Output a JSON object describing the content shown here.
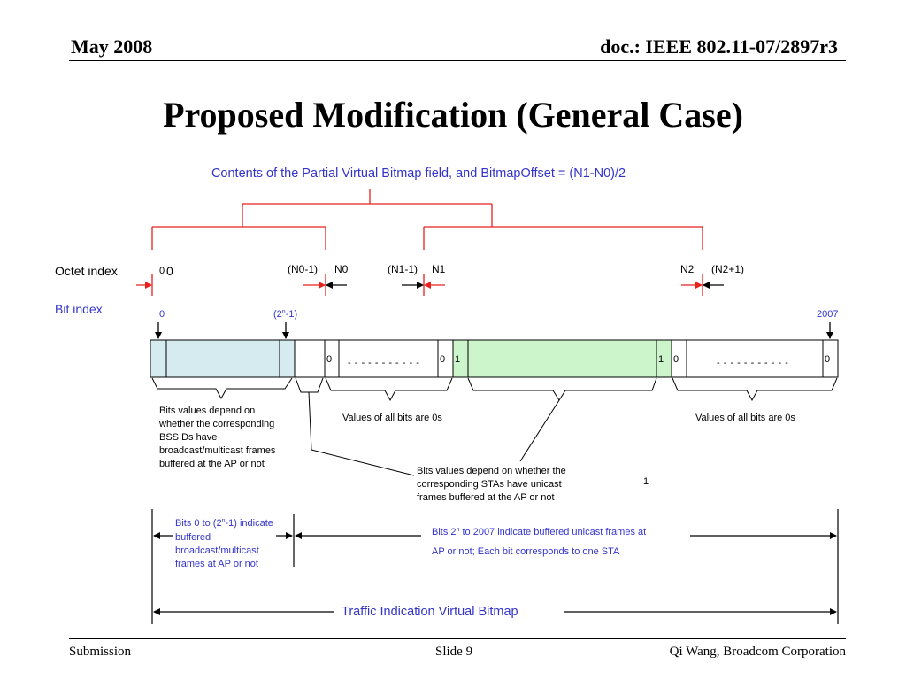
{
  "header": {
    "date": "May 2008",
    "doc": "doc.: IEEE 802.11-07/2897r3"
  },
  "title": "Proposed Modification (General Case)",
  "caption": "Contents of the Partial Virtual Bitmap field, and BitmapOffset = (N1-N0)/2",
  "octet_index": {
    "label": "Octet index",
    "zero_small": "0",
    "zero": "0",
    "n0_minus": "(N0-1)",
    "n0": "N0",
    "n1_minus": "(N1-1)",
    "n1": "N1",
    "n2": "N2",
    "n2_plus": "(N2+1)"
  },
  "bit_index": {
    "label": "Bit index",
    "start": "0",
    "mid_pre": "(2",
    "mid_sup": "n",
    "mid_post": "-1)",
    "end": "2007"
  },
  "cells": {
    "z1": "0",
    "dash1": "- - - - - - - - - - -",
    "z2": "0",
    "o1": "1",
    "o2": "1",
    "z3": "0",
    "dash2": "- - - - - - - - - - -",
    "z4": "0"
  },
  "notes": {
    "bcast": [
      "Bits values depend on",
      "whether the corresponding",
      "BSSIDs have",
      "broadcast/multicast frames",
      "buffered at the AP or not"
    ],
    "zeros_left": "Values of all bits are 0s",
    "zeros_right": "Values of all bits are 0s",
    "unicast": [
      "Bits values depend on whether the",
      "corresponding STAs have unicast",
      "frames buffered at the AP or not"
    ],
    "stray_one": "1"
  },
  "ranges": {
    "bcast": {
      "l1_pre": "Bits 0 to (2",
      "l1_sup": "n",
      "l1_post": "-1) indicate",
      "l2": "buffered",
      "l3": "broadcast/multicast",
      "l4": "frames at AP or not"
    },
    "ucast": {
      "l1_pre": "Bits 2",
      "l1_sup": "n",
      "l1_post": " to 2007 indicate buffered unicast frames at",
      "l2": "AP or not; Each bit corresponds to one STA"
    },
    "tim": "Traffic Indication Virtual Bitmap"
  },
  "colors": {
    "red": "#e8211d",
    "blue": "#3333cc",
    "light_blue": "#d6ebf0",
    "light_green": "#ccf5cc"
  },
  "footer": {
    "left": "Submission",
    "center": "Slide 9",
    "right": "Qi Wang, Broadcom Corporation"
  }
}
